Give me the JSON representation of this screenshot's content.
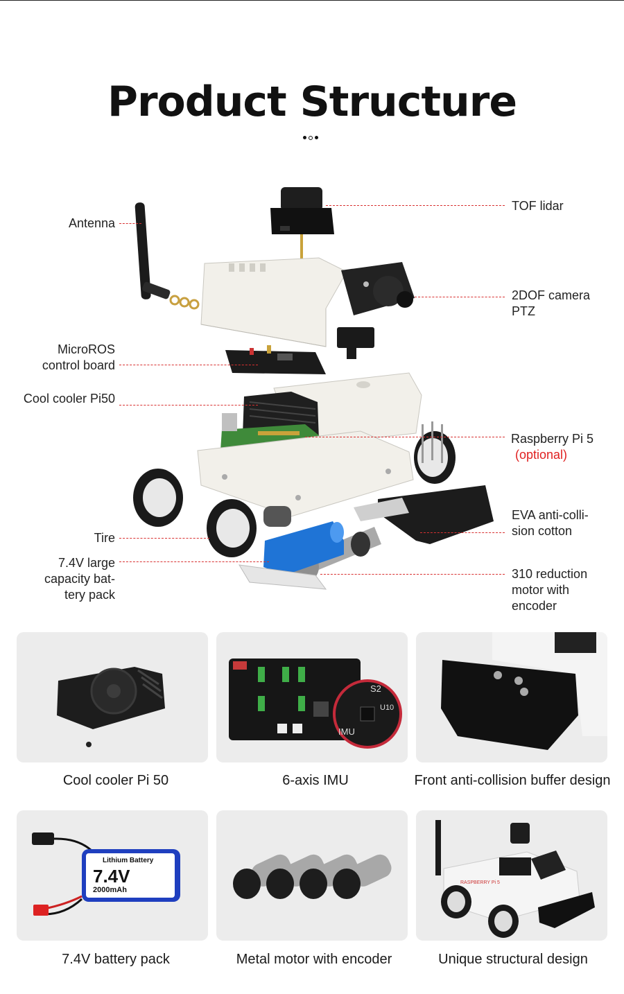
{
  "header": {
    "title": "Product Structure"
  },
  "diagram": {
    "labels": {
      "antenna": "Antenna",
      "tof_lidar": "TOF lidar",
      "camera_ptz_line1": "2DOF camera",
      "camera_ptz_line2": "PTZ",
      "microros_line1": "MicroROS",
      "microros_line2": "control board",
      "cooler": "Cool cooler Pi50",
      "raspberry": "Raspberry Pi 5",
      "raspberry_optional": "(optional)",
      "eva_line1": "EVA anti-colli-",
      "eva_line2": "sion cotton",
      "tire": "Tire",
      "battery_line1": "7.4V large",
      "battery_line2": "capacity bat-",
      "battery_line3": "tery pack",
      "motor_line1": "310 reduction",
      "motor_line2": "motor with",
      "motor_line3": "encoder"
    },
    "colors": {
      "leader": "#d83030",
      "optional": "#e02020",
      "chassis": "#f2f0ea",
      "board_green": "#3f8a3a",
      "battery_blue": "#1f74d6"
    }
  },
  "features": [
    {
      "caption": "Cool cooler Pi 50",
      "icon": "cooler-fan-icon"
    },
    {
      "caption": "6-axis IMU",
      "icon": "control-board-icon",
      "board_text": "S2",
      "chip_text": "U10",
      "imu_text": "IMU"
    },
    {
      "caption": "Front anti-collision buffer design",
      "icon": "bumper-icon"
    },
    {
      "caption": "7.4V battery pack",
      "icon": "battery-icon",
      "battery_label": "Lithium Battery",
      "battery_voltage": "7.4V",
      "battery_capacity": "2000mAh"
    },
    {
      "caption": "Metal motor with encoder",
      "icon": "motor-icon"
    },
    {
      "caption": "Unique structural design",
      "icon": "robot-car-icon",
      "car_text": "RASPBERRY Pi 5"
    }
  ]
}
